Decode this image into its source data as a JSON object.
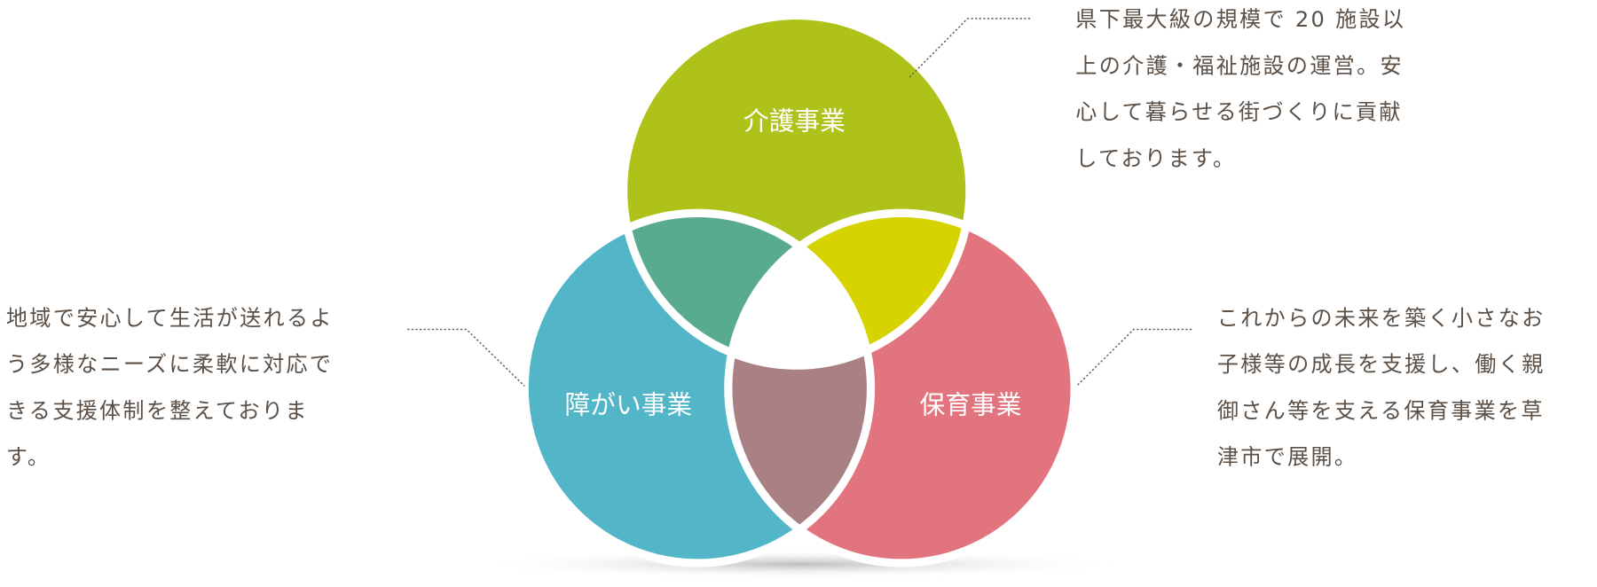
{
  "circles": {
    "care": {
      "label": "介護事業",
      "color": "#AEC219"
    },
    "disability": {
      "label": "障がい事業",
      "color": "#52B5C8"
    },
    "childcare": {
      "label": "保育事業",
      "color": "#E1747F"
    }
  },
  "overlaps": {
    "care_disability": "#58AB8F",
    "care_childcare": "#D7D300",
    "disability_childcare": "#A98084"
  },
  "descriptions": {
    "care": [
      "県下最大級の規模で 20 施設以",
      "上の介護・福祉施設の運営。安",
      "心して暮らせる街づくりに貢献",
      "しております。"
    ],
    "disability": [
      "地域で安心して生活が送れるよ",
      "う多様なニーズに柔軟に対応で",
      "きる支援体制を整えておりま",
      "す。"
    ],
    "childcare": [
      "これからの未来を築く小さなお",
      "子様等の成長を支援し、働く親",
      "御さん等を支える保育事業を草",
      "津市で展開。"
    ]
  },
  "text_color": "#5B4F46"
}
